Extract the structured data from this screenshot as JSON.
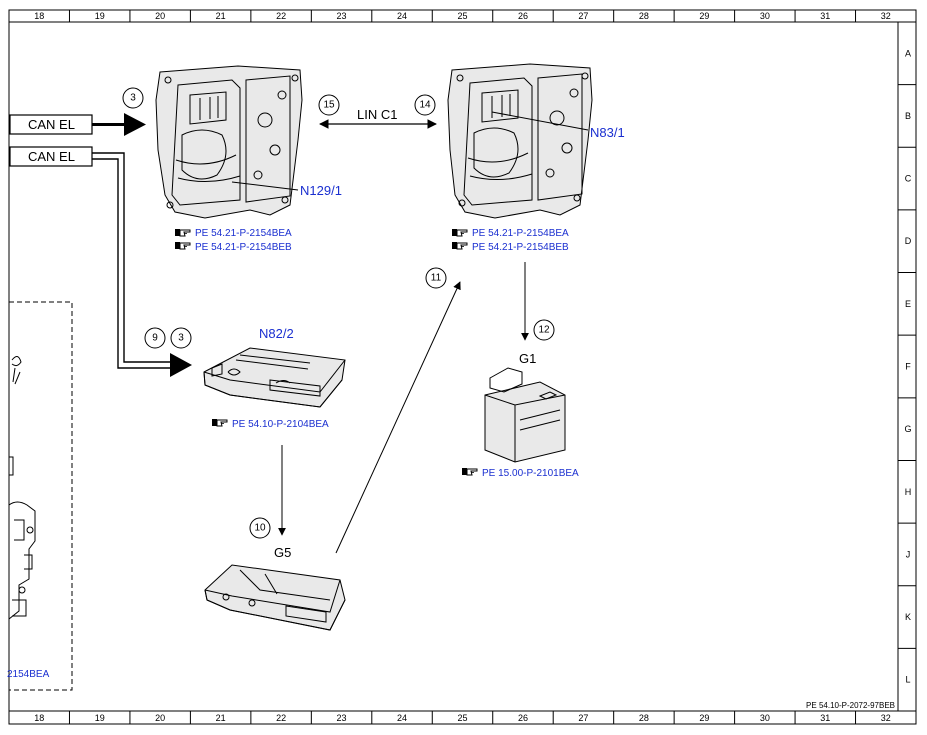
{
  "grid": {
    "columns": [
      "18",
      "19",
      "20",
      "21",
      "22",
      "23",
      "24",
      "25",
      "26",
      "27",
      "28",
      "29",
      "30",
      "31",
      "32"
    ],
    "rows": [
      "A",
      "B",
      "C",
      "D",
      "E",
      "F",
      "G",
      "H",
      "J",
      "K",
      "L"
    ]
  },
  "signals": {
    "can_el_1": "CAN EL",
    "can_el_2": "CAN EL",
    "lin_c1": "LIN C1"
  },
  "callouts": {
    "c3a": "3",
    "c15": "15",
    "c14": "14",
    "c9": "9",
    "c3b": "3",
    "c11": "11",
    "c12": "12",
    "c10": "10"
  },
  "components": {
    "n129_1": {
      "label": "N129/1",
      "refs": [
        "PE 54.21-P-2154BEA",
        "PE 54.21-P-2154BEB"
      ]
    },
    "n83_1": {
      "label": "N83/1",
      "refs": [
        "PE 54.21-P-2154BEA",
        "PE 54.21-P-2154BEB"
      ]
    },
    "n82_2": {
      "label": "N82/2",
      "refs": [
        "PE 54.10-P-2104BEA"
      ]
    },
    "g1": {
      "label": "G1",
      "refs": [
        "PE 15.00-P-2101BEA"
      ]
    },
    "g5": {
      "label": "G5"
    },
    "left_partial": {
      "ref": "2154BEA"
    }
  },
  "footer": {
    "doc_id": "PE 54.10-P-2072-97BEB"
  },
  "colors": {
    "link_blue": "#1a2fd0",
    "line": "#000000"
  },
  "icons": {
    "reference": "pointing-hand-icon"
  }
}
